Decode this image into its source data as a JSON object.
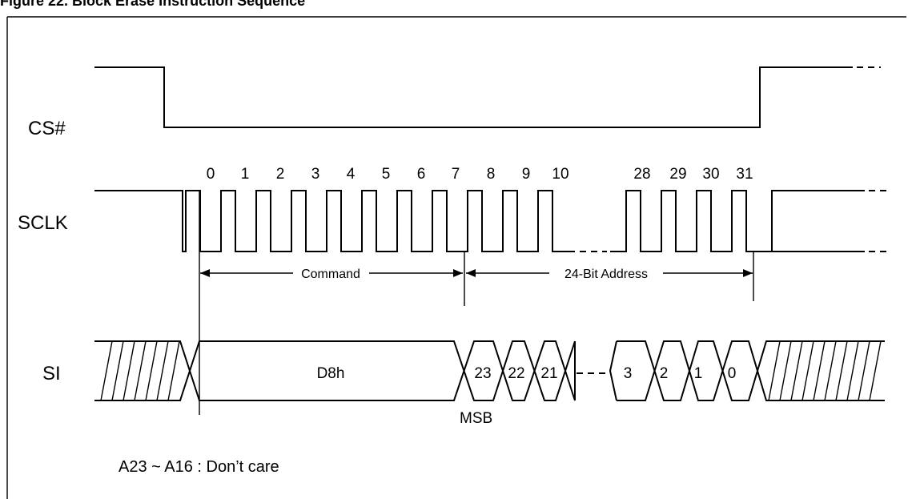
{
  "figure": {
    "title": "Figure 22. Block Erase Instruction Sequence"
  },
  "signals": {
    "cs": "CS#",
    "sclk": "SCLK",
    "si": "SI"
  },
  "clock_numbers": [
    "0",
    "1",
    "2",
    "3",
    "4",
    "5",
    "6",
    "7",
    "8",
    "9",
    "10",
    "28",
    "29",
    "30",
    "31"
  ],
  "spans": {
    "command": "Command",
    "address": "24-Bit Address"
  },
  "si_bytes": {
    "command": "D8h",
    "address_bits": [
      "23",
      "22",
      "21",
      "3",
      "2",
      "1",
      "0"
    ]
  },
  "msb_label": "MSB",
  "note": "A23 ~ A16 : Don’t care"
}
